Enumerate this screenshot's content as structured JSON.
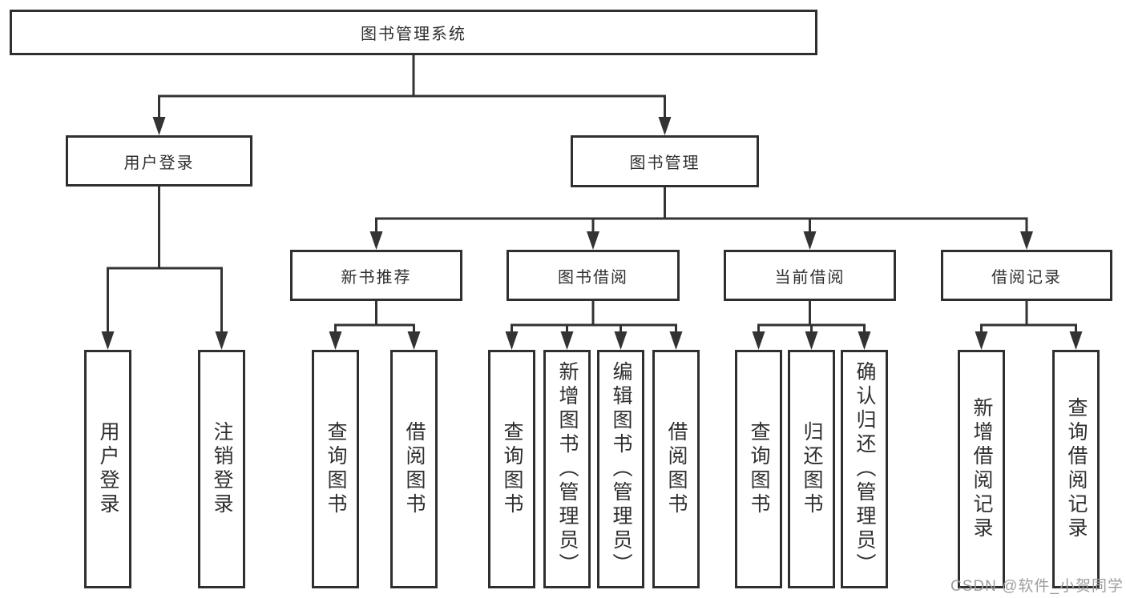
{
  "tree": {
    "label": "图书管理系统",
    "children": [
      {
        "label": "用户登录",
        "children": [
          {
            "label": "用户登录"
          },
          {
            "label": "注销登录"
          }
        ]
      },
      {
        "label": "图书管理",
        "children": [
          {
            "label": "新书推荐",
            "children": [
              {
                "label": "查询图书"
              },
              {
                "label": "借阅图书"
              }
            ]
          },
          {
            "label": "图书借阅",
            "children": [
              {
                "label": "查询图书"
              },
              {
                "label": "新增图书（管理员）"
              },
              {
                "label": "编辑图书（管理员）"
              },
              {
                "label": "借阅图书"
              }
            ]
          },
          {
            "label": "当前借阅",
            "children": [
              {
                "label": "查询图书"
              },
              {
                "label": "归还图书"
              },
              {
                "label": "确认归还（管理员）"
              }
            ]
          },
          {
            "label": "借阅记录",
            "children": [
              {
                "label": "新增借阅记录"
              },
              {
                "label": "查询借阅记录"
              }
            ]
          }
        ]
      }
    ]
  },
  "watermark": {
    "text": "CSDN @软件_小贺同学"
  },
  "colors": {
    "line": "#333333",
    "border": "#2f2f2f",
    "text": "#2f2f2f",
    "watermark": "#9e9e9e"
  }
}
